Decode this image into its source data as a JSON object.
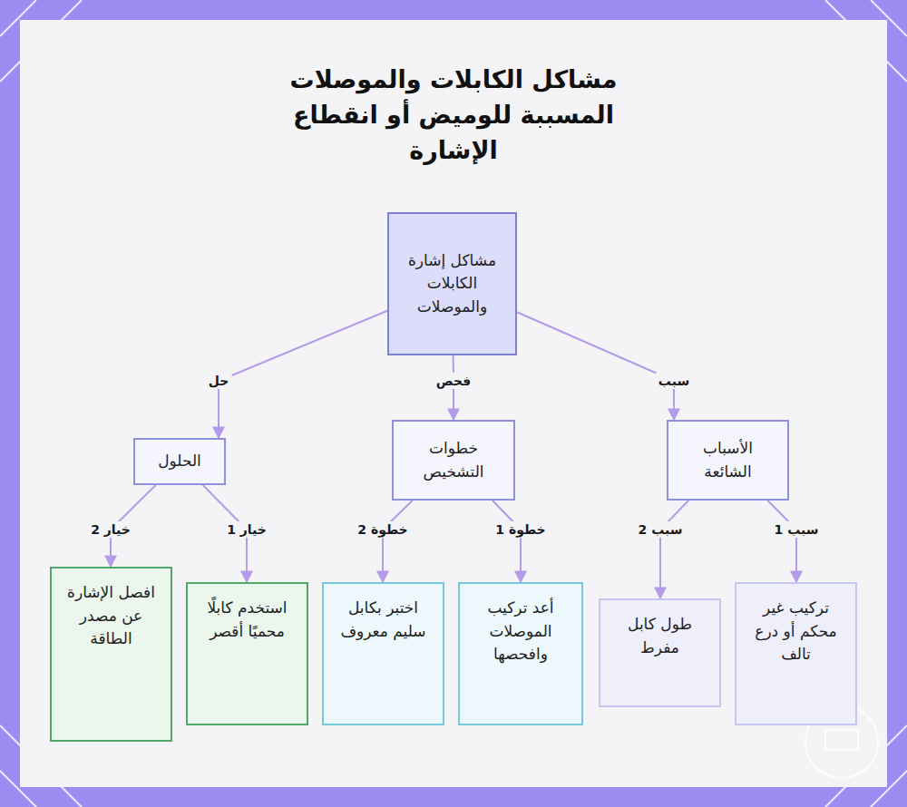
{
  "diagram": {
    "title": "مشاكل الكابلات والموصلات المسببة للوميض أو انقطاع الإشارة",
    "nodes": [
      {
        "text": [
          "مشاكل إشارة الكابلات والموصلات"
        ]
      },
      {
        "text": [
          "الأسباب الشائعة"
        ]
      },
      {
        "text": [
          "خطوات التشخيص"
        ]
      },
      {
        "text": [
          "الحلول"
        ]
      },
      {
        "text": [
          "تركيب غير محكم أو درع تالف"
        ]
      },
      {
        "text": [
          "طول كابل مفرط"
        ]
      },
      {
        "text": [
          "أعد تركيب الموصلات وافحصها"
        ]
      },
      {
        "text": [
          "اختبر بكابل سليم معروف"
        ]
      },
      {
        "text": [
          "استخدم كابلًا محميًا أقصر"
        ]
      },
      {
        "text": [
          "افصل الإشارة عن مصدر الطاقة"
        ]
      }
    ],
    "edges": [
      {
        "from": 0,
        "to": 1,
        "label": "سبب",
        "arrow": "to"
      },
      {
        "from": 0,
        "to": 2,
        "label": "فحص",
        "arrow": "to"
      },
      {
        "from": 0,
        "to": 3,
        "label": "حل",
        "arrow": "to"
      },
      {
        "from": 1,
        "to": 4,
        "label": "سبب 1",
        "arrow": "to"
      },
      {
        "from": 1,
        "to": 5,
        "label": "سبب 2",
        "arrow": "to"
      },
      {
        "from": 2,
        "to": 6,
        "label": "خطوة 1",
        "arrow": "to"
      },
      {
        "from": 2,
        "to": 7,
        "label": "خطوة 2",
        "arrow": "to"
      },
      {
        "from": 3,
        "to": 8,
        "label": "خيار 1",
        "arrow": "to"
      },
      {
        "from": 3,
        "to": 9,
        "label": "خيار 2",
        "arrow": "to"
      }
    ]
  }
}
